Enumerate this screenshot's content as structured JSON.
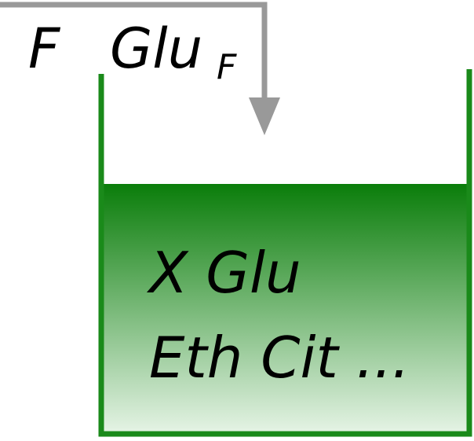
{
  "feed": {
    "label_f": "F",
    "label_glu": "Glu",
    "label_glu_subscript": "F",
    "arrow_color": "#999999"
  },
  "vessel": {
    "wall_color": "#1a8a1a",
    "liquid_top_color": "#0a7d0a",
    "liquid_bottom_color": "#e6f4e6",
    "contents_line1": "X Glu",
    "contents_line2": "Eth Cit ..."
  }
}
